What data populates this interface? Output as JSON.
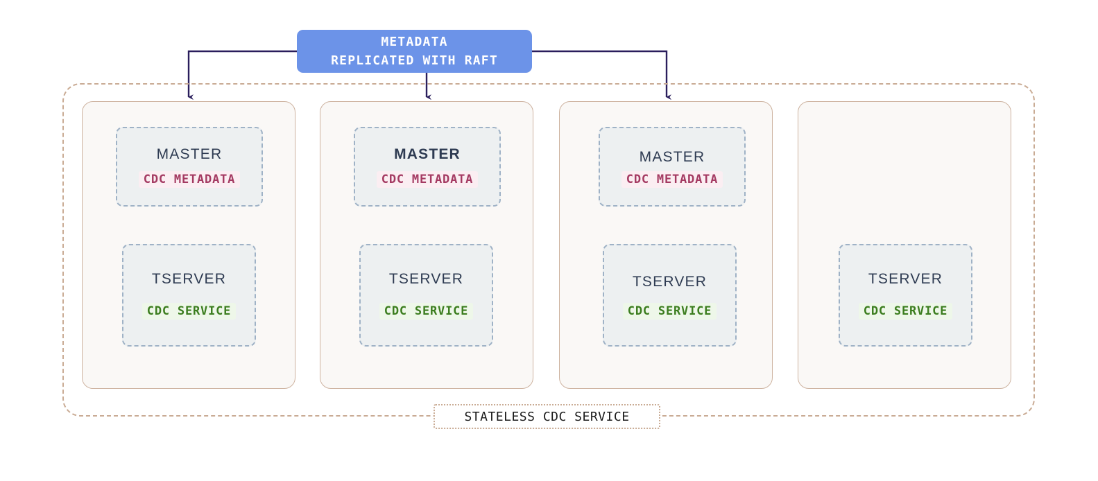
{
  "diagram": {
    "banner": {
      "line1": "METADATA",
      "line2": "REPLICATED WITH RAFT",
      "color": "#6c93e8",
      "text_color": "#ffffff"
    },
    "region": {
      "label": "STATELESS CDC SERVICE",
      "border_color": "#c9ab94"
    },
    "connector": {
      "color": "#2a1e5c",
      "targets": [
        "node-1",
        "node-2",
        "node-3"
      ]
    },
    "colors": {
      "card_fill": "#faf8f6",
      "card_border": "#cdb29f",
      "proc_fill": "#edf0f1",
      "proc_border": "#9fb2c6",
      "title_text": "#2e3b52",
      "metadata_tag_text": "#a43a62",
      "metadata_tag_bg": "#fbeef2",
      "service_tag_text": "#3b7d1e",
      "service_tag_bg": "#eef7e9"
    },
    "nodes": [
      {
        "id": "node-1",
        "master": {
          "title": "MASTER",
          "tag": "CDC METADATA",
          "leader": false
        },
        "tserver": {
          "title": "TSERVER",
          "tag": "CDC SERVICE"
        }
      },
      {
        "id": "node-2",
        "master": {
          "title": "MASTER",
          "tag": "CDC METADATA",
          "leader": true
        },
        "tserver": {
          "title": "TSERVER",
          "tag": "CDC SERVICE"
        }
      },
      {
        "id": "node-3",
        "master": {
          "title": "MASTER",
          "tag": "CDC METADATA",
          "leader": false
        },
        "tserver": {
          "title": "TSERVER",
          "tag": "CDC SERVICE"
        }
      },
      {
        "id": "node-4",
        "master": null,
        "tserver": {
          "title": "TSERVER",
          "tag": "CDC SERVICE"
        }
      }
    ]
  }
}
